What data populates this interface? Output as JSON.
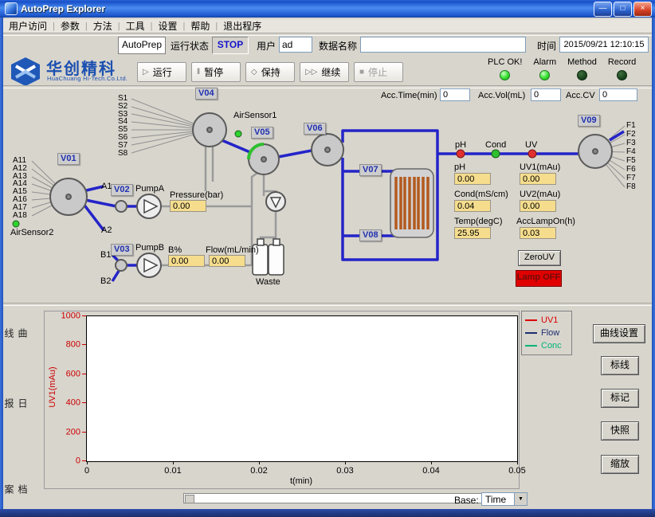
{
  "window": {
    "title": "AutoPrep Explorer"
  },
  "menu": {
    "items": [
      "用户访问",
      "参数",
      "方法",
      "工具",
      "设置",
      "帮助",
      "退出程序"
    ]
  },
  "toolbar": {
    "app_button": "AutoPrep",
    "run_status_label": "运行状态",
    "run_status_value": "STOP",
    "user_label": "用户",
    "user_value": "ad",
    "data_name_label": "数据名称",
    "data_name_value": "",
    "time_label": "时间",
    "time_value": "2015/09/21 12:10:15"
  },
  "brand": {
    "name": "华创精科",
    "subtitle": "HuaChuang Hi-Tech.Co.Ltd."
  },
  "controls": {
    "buttons": [
      {
        "label": "运行",
        "icon": "play",
        "enabled": true
      },
      {
        "label": "暂停",
        "icon": "pause",
        "enabled": true
      },
      {
        "label": "保持",
        "icon": "hold",
        "enabled": true
      },
      {
        "label": "继续",
        "icon": "resume",
        "enabled": true
      },
      {
        "label": "停止",
        "icon": "stop",
        "enabled": false
      }
    ],
    "indicators": [
      {
        "label": "PLC OK!",
        "on": true
      },
      {
        "label": "Alarm",
        "on": true
      },
      {
        "label": "Method",
        "on": false
      },
      {
        "label": "Record",
        "on": false
      }
    ]
  },
  "accumulators": {
    "time_label": "Acc.Time(min)",
    "time_value": "0",
    "vol_label": "Acc.Vol(mL)",
    "vol_value": "0",
    "cv_label": "Acc.CV",
    "cv_value": "0"
  },
  "diagram": {
    "valves": [
      "V01",
      "V02",
      "V03",
      "V04",
      "V05",
      "V06",
      "V07",
      "V08",
      "V09"
    ],
    "ports_a": [
      "A11",
      "A12",
      "A13",
      "A14",
      "A15",
      "A16",
      "A17",
      "A18"
    ],
    "ports_s": [
      "S1",
      "S2",
      "S3",
      "S4",
      "S5",
      "S6",
      "S7",
      "S8"
    ],
    "ports_f": [
      "F1",
      "F2",
      "F3",
      "F4",
      "F5",
      "F6",
      "F7",
      "F8"
    ],
    "labels": {
      "a1": "A1",
      "a2": "A2",
      "b1": "B1",
      "b2": "B2",
      "pump_a": "PumpA",
      "pump_b": "PumpB",
      "air_sensor_1": "AirSensor1",
      "air_sensor_2": "AirSensor2",
      "waste": "Waste"
    },
    "sensors": {
      "ph": "pH",
      "cond": "Cond",
      "uv": "UV"
    },
    "readouts": {
      "pressure": {
        "label": "Pressure(bar)",
        "value": "0.00"
      },
      "percent_b": {
        "label": "B%",
        "value": "0.00"
      },
      "flow": {
        "label": "Flow(mL/min)",
        "value": "0.00"
      },
      "ph": {
        "label": "pH",
        "value": "0.00"
      },
      "uv1": {
        "label": "UV1(mAu)",
        "value": "0.00"
      },
      "cond": {
        "label": "Cond(mS/cm)",
        "value": "0.04"
      },
      "uv2": {
        "label": "UV2(mAu)",
        "value": "0.00"
      },
      "temp": {
        "label": "Temp(degC)",
        "value": "25.95"
      },
      "acc_lamp": {
        "label": "AccLampOn(h)",
        "value": "0.03"
      }
    },
    "zero_uv_button": "ZeroUV",
    "lamp_button": "Lamp OFF"
  },
  "chart_data": {
    "type": "line",
    "title": "",
    "xlabel": "t(min)",
    "ylabel": "UV1(mAu)",
    "xlim": [
      0,
      0.05
    ],
    "ylim": [
      0,
      1000
    ],
    "xticks": [
      0,
      0.01,
      0.02,
      0.03,
      0.04,
      0.05
    ],
    "yticks": [
      0,
      200,
      400,
      600,
      800,
      1000
    ],
    "grid": false,
    "legend_position": "top-right",
    "series": [
      {
        "name": "UV1",
        "color": "#dd0000",
        "x": [],
        "values": []
      },
      {
        "name": "Flow",
        "color": "#1c2f6e",
        "x": [],
        "values": []
      },
      {
        "name": "Conc",
        "color": "#00b377",
        "x": [],
        "values": []
      }
    ]
  },
  "chart_buttons": [
    "曲线设置",
    "标线",
    "标记",
    "快照",
    "缩放"
  ],
  "base_selector": {
    "label": "Base:",
    "value": "Time"
  },
  "side_tabs": [
    "曲线",
    "日报",
    "档案"
  ],
  "colors": {
    "pipe_blue": "#2424c8",
    "status_blue": "#1414cc",
    "value_bg": "#f5dd8d",
    "led_on": "#35e02f",
    "led_off": "#16401a",
    "alarm_red": "#e03030",
    "ok_green": "#2fc02f",
    "lamp_bg": "#e00000"
  }
}
